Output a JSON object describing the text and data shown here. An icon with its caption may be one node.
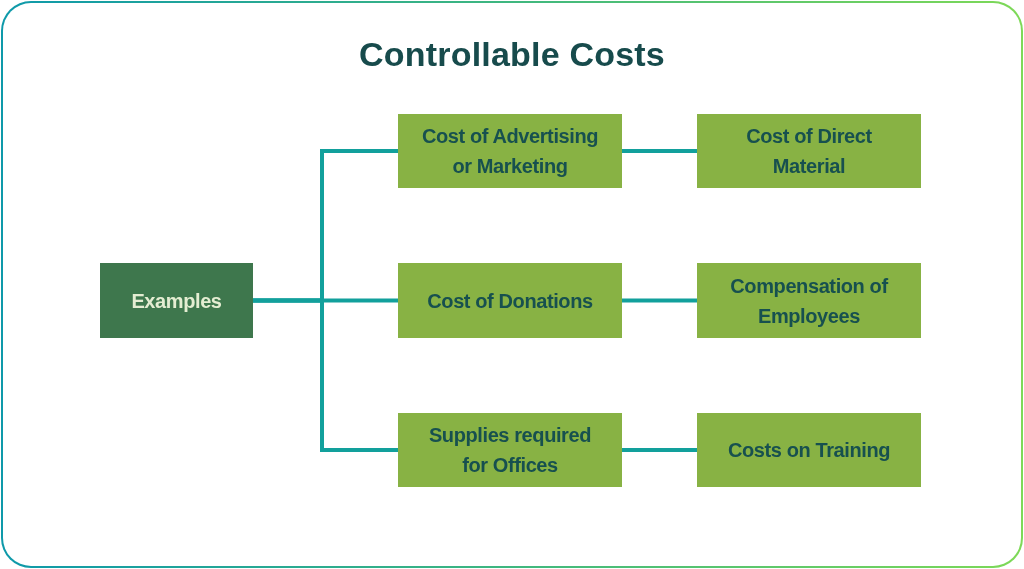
{
  "diagram": {
    "title": "Controllable Costs",
    "nodes": [
      {
        "text": [
          "Examples"
        ]
      },
      {
        "text": [
          "Cost of Advertising or Marketing"
        ]
      },
      {
        "text": [
          "Cost of Direct Material"
        ]
      },
      {
        "text": [
          "Cost of Donations"
        ]
      },
      {
        "text": [
          "Compensation of Employees"
        ]
      },
      {
        "text": [
          "Supplies required for Offices"
        ]
      },
      {
        "text": [
          "Costs on Training"
        ]
      }
    ],
    "edges": [
      {
        "from": 0,
        "to": 1,
        "arrow": "none"
      },
      {
        "from": 0,
        "to": 3,
        "arrow": "none"
      },
      {
        "from": 0,
        "to": 5,
        "arrow": "none"
      },
      {
        "from": 1,
        "to": 2,
        "arrow": "none"
      },
      {
        "from": 3,
        "to": 4,
        "arrow": "none"
      },
      {
        "from": 5,
        "to": 6,
        "arrow": "none"
      }
    ]
  }
}
